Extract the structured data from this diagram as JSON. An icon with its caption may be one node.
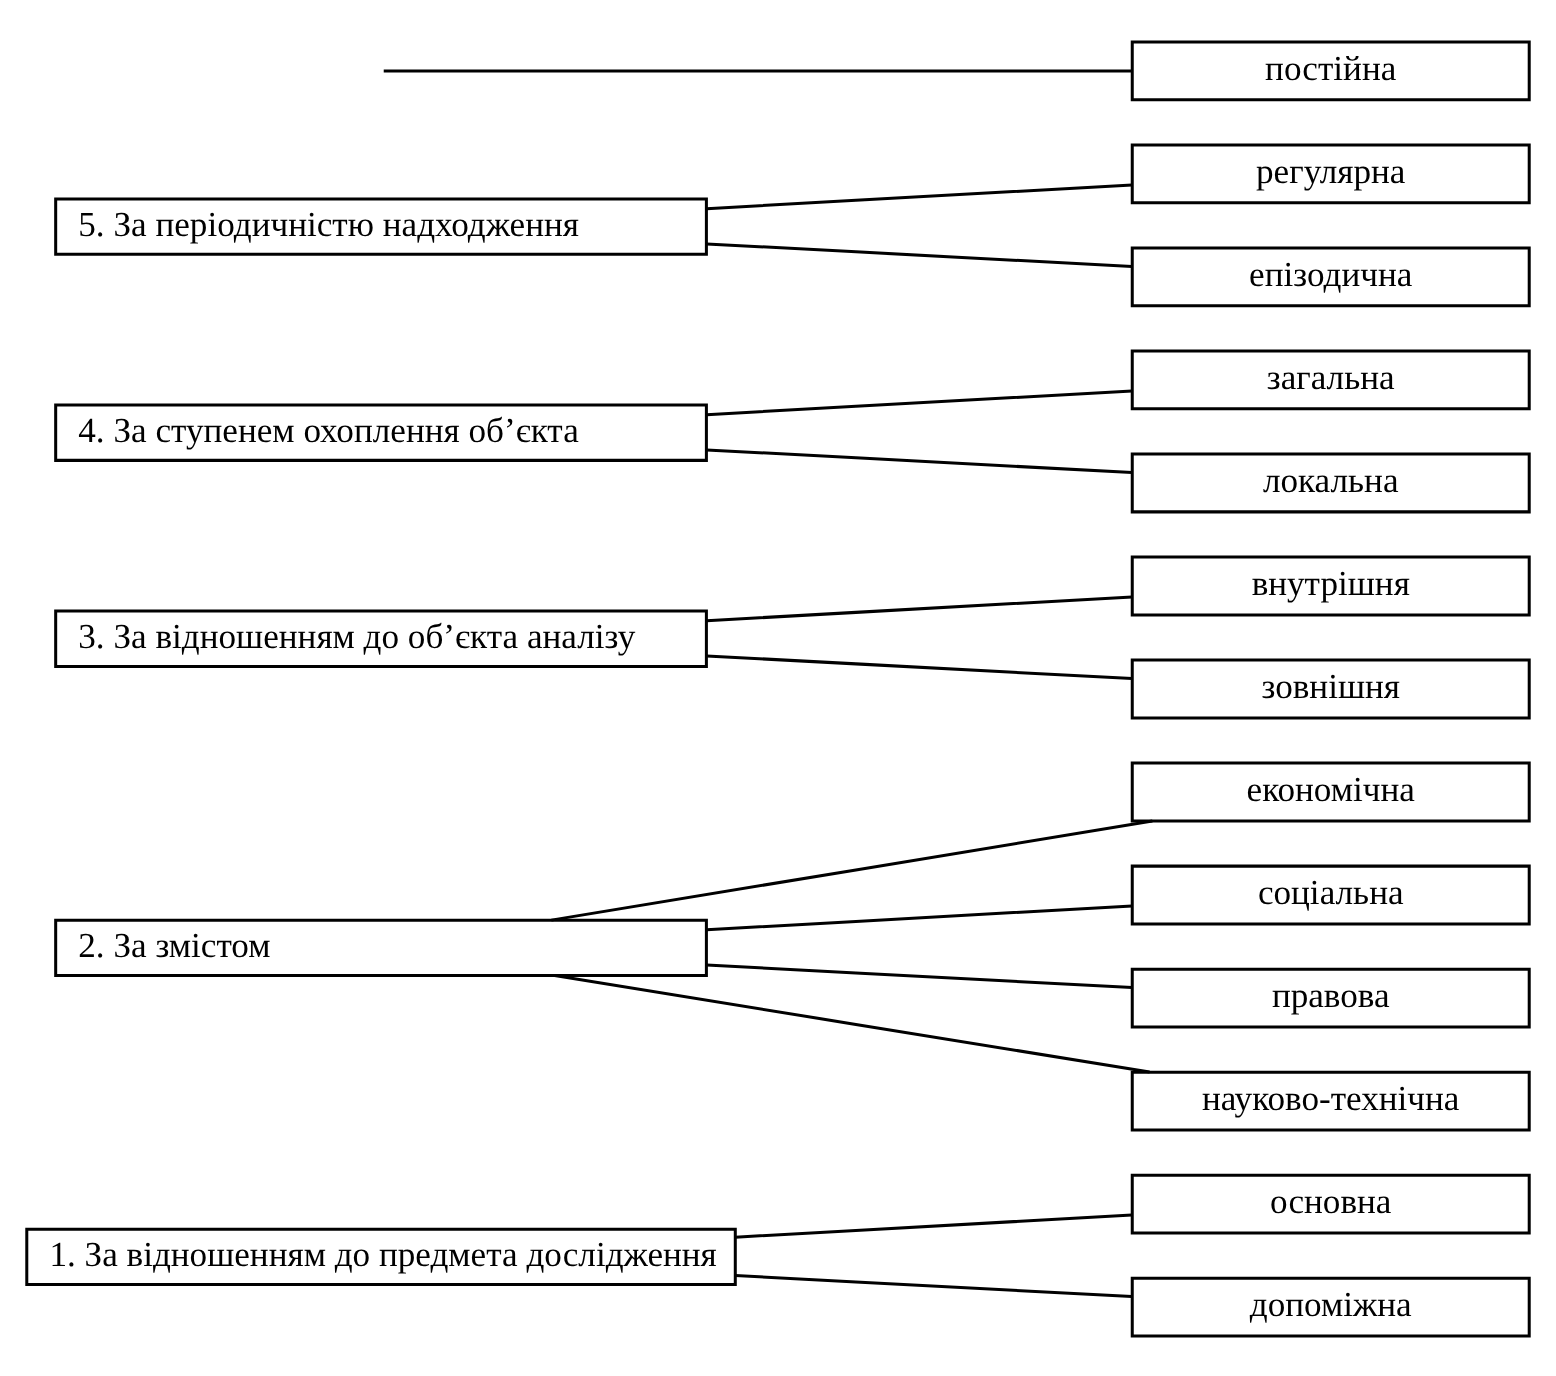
{
  "diagram": {
    "nodes": [
      {
        "text": [
          "1. За відношенням до предмета дослідження"
        ]
      },
      {
        "text": [
          "основна"
        ]
      },
      {
        "text": [
          "допоміжна"
        ]
      },
      {
        "text": [
          "2. За змістом"
        ]
      },
      {
        "text": [
          "економічна"
        ]
      },
      {
        "text": [
          "соціальна"
        ]
      },
      {
        "text": [
          "правова"
        ]
      },
      {
        "text": [
          "науково-технічна"
        ]
      },
      {
        "text": [
          "3. За відношенням до об’єкта аналізу"
        ]
      },
      {
        "text": [
          "внутрішня"
        ]
      },
      {
        "text": [
          "зовнішня"
        ]
      },
      {
        "text": [
          "4. За ступенем охоплення об’єкта"
        ]
      },
      {
        "text": [
          "загальна"
        ]
      },
      {
        "text": [
          "локальна"
        ]
      },
      {
        "text": [
          "5. За періодичністю надходження"
        ]
      },
      {
        "text": [
          "регулярна"
        ]
      },
      {
        "text": [
          "епізодична"
        ]
      },
      {
        "text": [
          "постійна"
        ]
      }
    ],
    "edges": [
      {
        "from": 0,
        "to": 1,
        "arrow": "none"
      },
      {
        "from": 0,
        "to": 2,
        "arrow": "none"
      },
      {
        "from": 3,
        "to": 4,
        "arrow": "none"
      },
      {
        "from": 3,
        "to": 5,
        "arrow": "none"
      },
      {
        "from": 3,
        "to": 6,
        "arrow": "none"
      },
      {
        "from": 3,
        "to": 7,
        "arrow": "none"
      },
      {
        "from": 8,
        "to": 9,
        "arrow": "none"
      },
      {
        "from": 8,
        "to": 10,
        "arrow": "none"
      },
      {
        "from": 11,
        "to": 12,
        "arrow": "none"
      },
      {
        "from": 11,
        "to": 13,
        "arrow": "none"
      },
      {
        "from": 14,
        "to": 15,
        "arrow": "none"
      },
      {
        "from": 14,
        "to": 16,
        "arrow": "none"
      },
      {
        "from": null,
        "to": 17,
        "arrow": "none"
      }
    ]
  }
}
